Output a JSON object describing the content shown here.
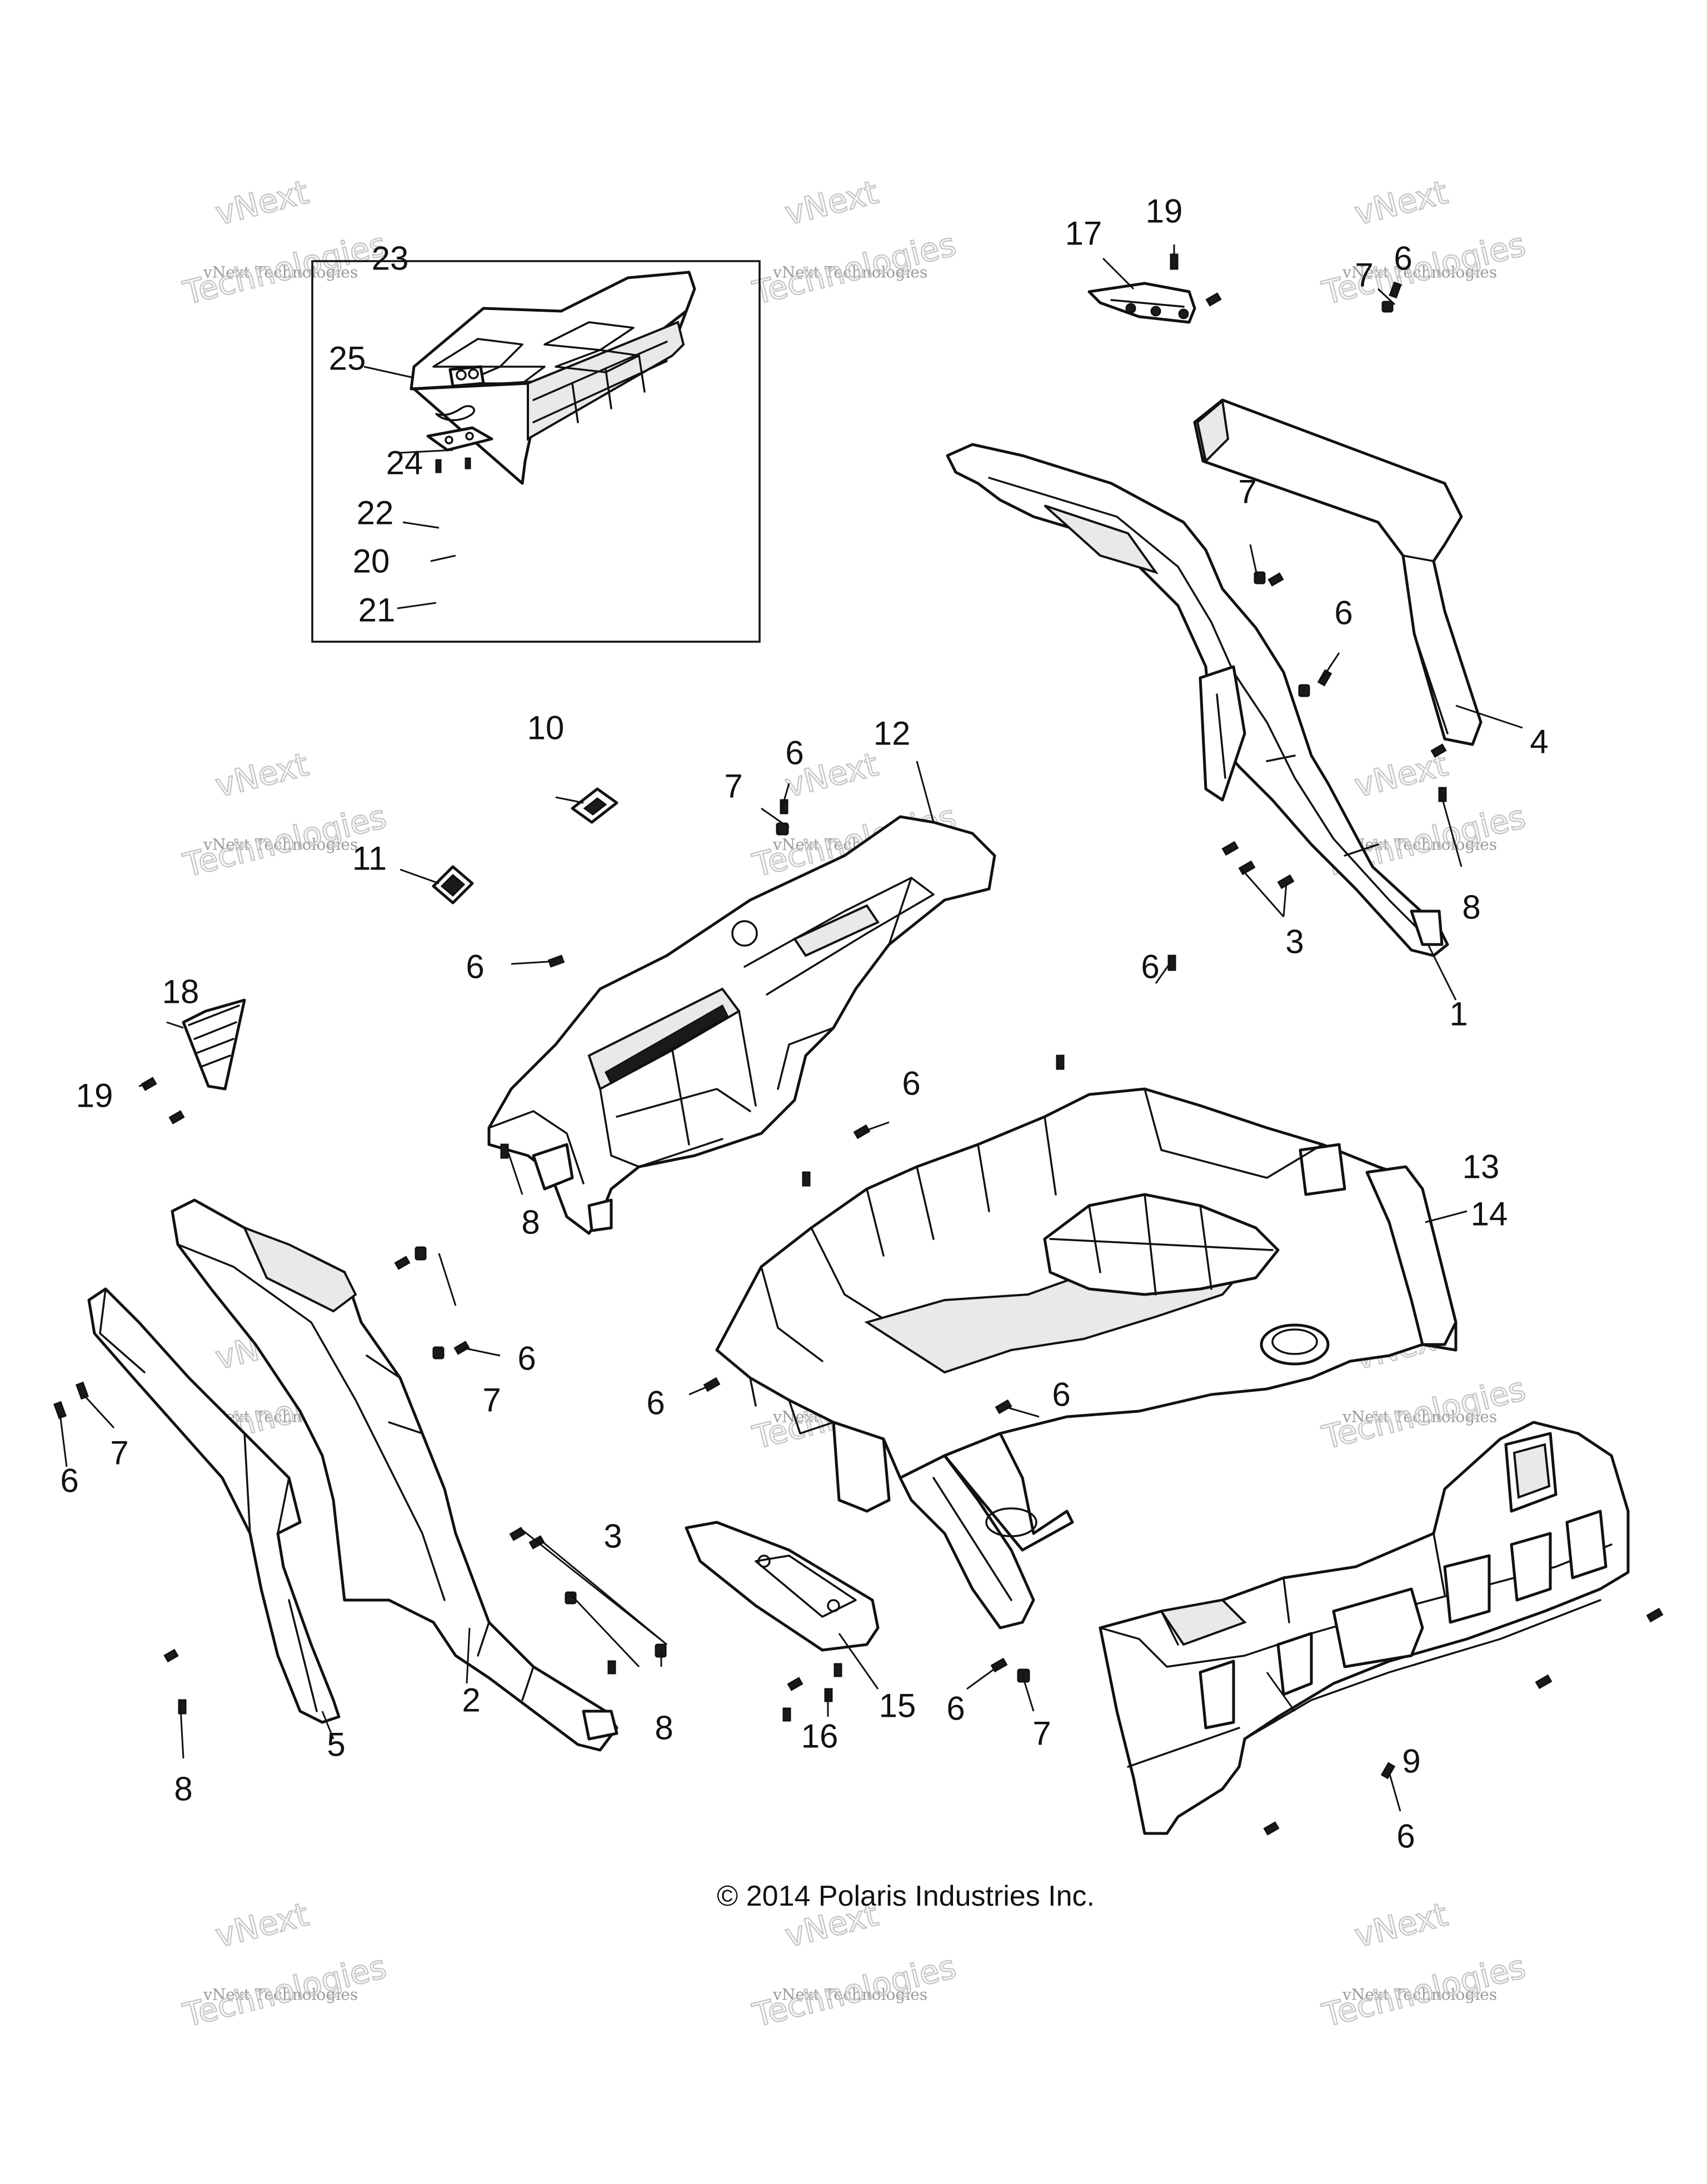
{
  "callouts": [
    "1",
    "2",
    "3",
    "4",
    "5",
    "6",
    "7",
    "8",
    "9",
    "10",
    "11",
    "12",
    "13",
    "14",
    "15",
    "16",
    "17",
    "18",
    "19",
    "20",
    "21",
    "22",
    "23",
    "24",
    "25"
  ],
  "copyright": "© 2014 Polaris Industries Inc.",
  "watermark": {
    "company": "vNext Technologies",
    "prefix": "vNext",
    "word": "Technologies"
  },
  "colors": {
    "line": "#111111",
    "background": "#ffffff",
    "watermark": "#c8c8c8"
  }
}
